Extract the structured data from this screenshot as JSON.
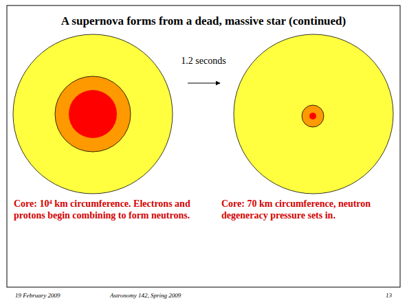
{
  "diagram": {
    "title": "A supernova forms from a dead, massive star (continued)",
    "labels": [
      "1.2 seconds",
      "Core: 10⁴ km circumference. Electrons and protons begin combining to form neutrons.",
      "Core: 70 km circumference, neutron degeneracy pressure sets in.",
      "19 February 2009",
      "Astronomy 142, Spring 2009",
      "13"
    ]
  }
}
